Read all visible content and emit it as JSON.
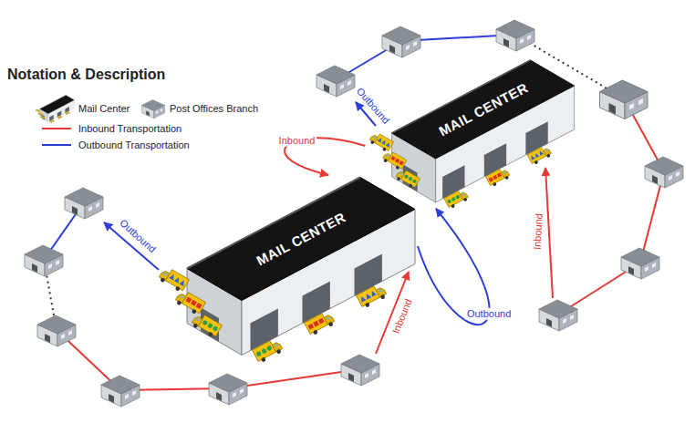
{
  "diagram": {
    "title": "Notation & Description",
    "nodes": [
      {
        "text": [
          "MAIL CENTER"
        ]
      },
      {
        "text": [
          "MAIL CENTER"
        ]
      }
    ],
    "edges": [
      {
        "from": 0,
        "to": 1,
        "arrow": "to",
        "label": "Inbound"
      },
      {
        "from": 1,
        "to": 0,
        "arrow": "to",
        "label": "Outbound"
      }
    ],
    "labels": [
      "Outbound",
      "Outbound",
      "Inbound",
      "Inbound"
    ],
    "legend": [
      {
        "text": "Mail Center"
      },
      {
        "text": "Post Offices Branch"
      },
      {
        "text": "Inbound Transportation"
      },
      {
        "text": "Outbound Transportation"
      }
    ]
  }
}
